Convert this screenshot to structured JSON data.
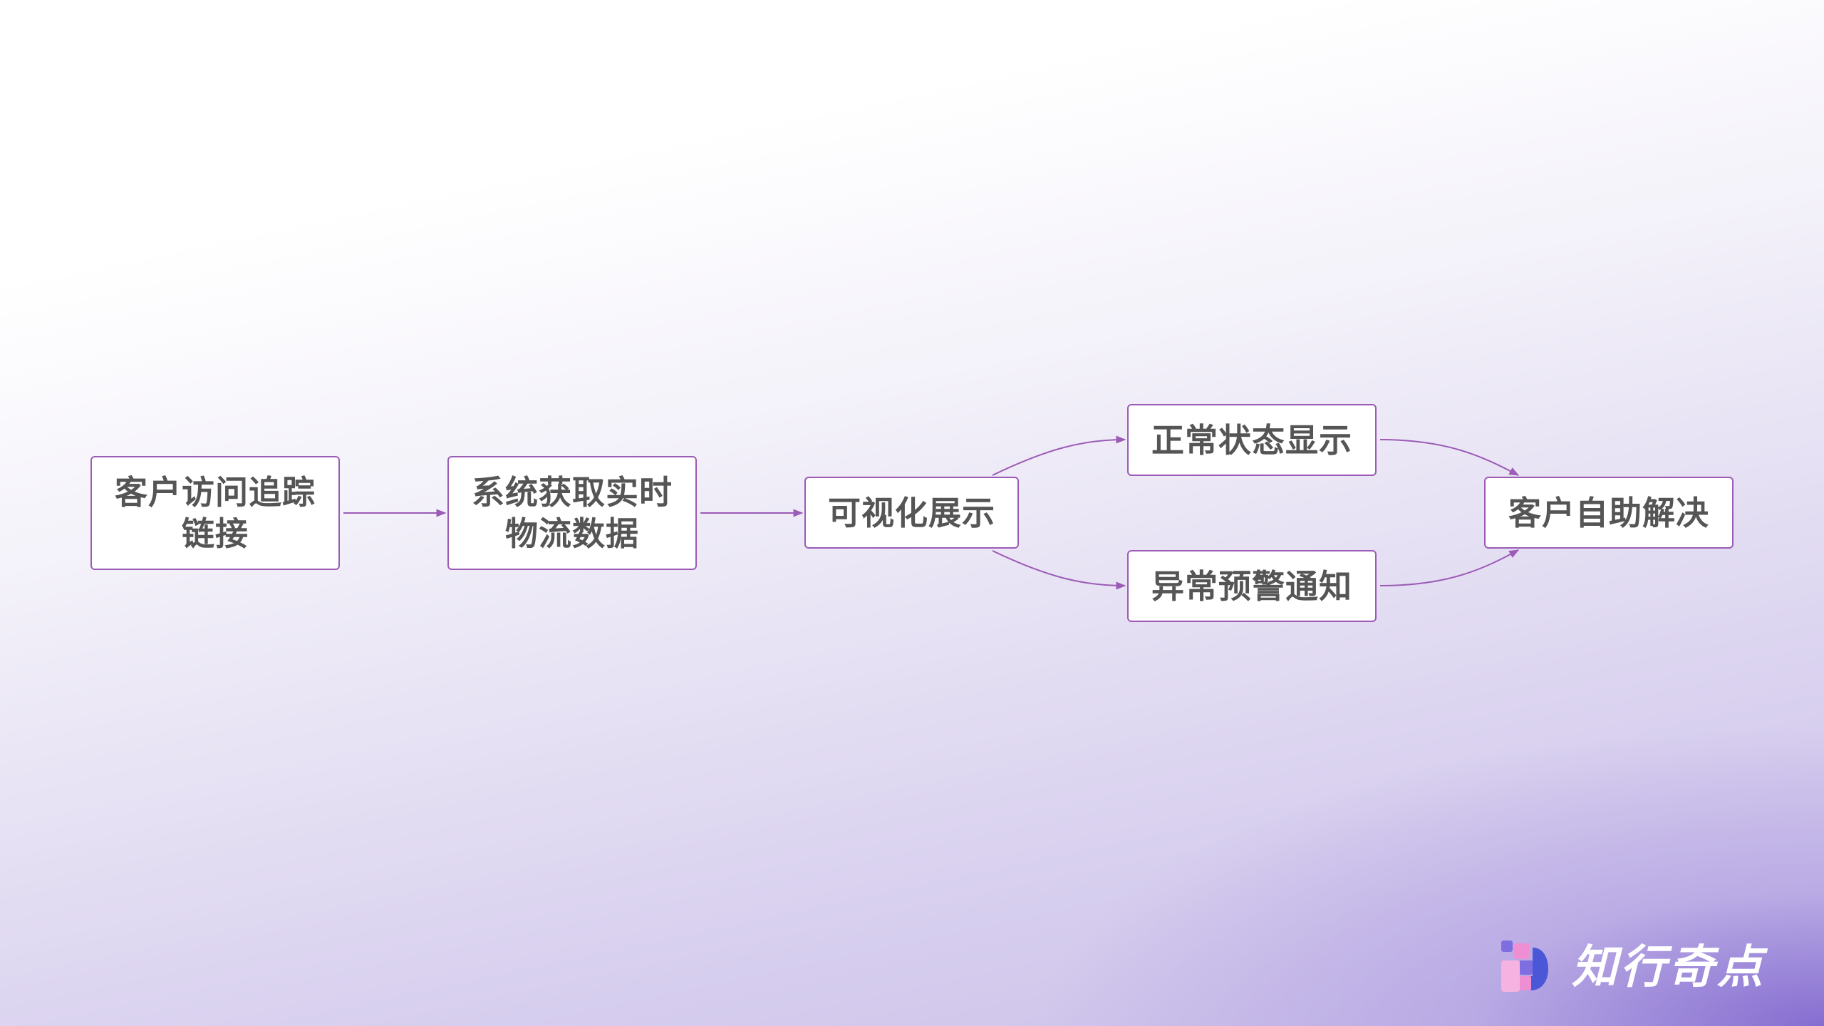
{
  "flowchart": {
    "nodes": [
      {
        "id": "n1",
        "lines": [
          "客户访问追踪",
          "链接"
        ]
      },
      {
        "id": "n2",
        "lines": [
          "系统获取实时",
          "物流数据"
        ]
      },
      {
        "id": "n3",
        "lines": [
          "可视化展示"
        ]
      },
      {
        "id": "n4",
        "lines": [
          "正常状态显示"
        ]
      },
      {
        "id": "n5",
        "lines": [
          "异常预警通知"
        ]
      },
      {
        "id": "n6",
        "lines": [
          "客户自助解决"
        ]
      }
    ],
    "edges": [
      {
        "from": "n1",
        "to": "n2"
      },
      {
        "from": "n2",
        "to": "n3"
      },
      {
        "from": "n3",
        "to": "n4"
      },
      {
        "from": "n3",
        "to": "n5"
      },
      {
        "from": "n4",
        "to": "n6"
      },
      {
        "from": "n5",
        "to": "n6"
      }
    ],
    "colors": {
      "node_border": "#9b5bb6",
      "node_fill": "#ffffff",
      "node_text": "#555555",
      "edge": "#9b5bb6"
    }
  },
  "brand": {
    "name": "知行奇点",
    "icon": "brand-logo-icon",
    "colors": [
      "#ee8ed3",
      "#7f6ee0",
      "#4a57d6",
      "#f6b3e2"
    ]
  }
}
